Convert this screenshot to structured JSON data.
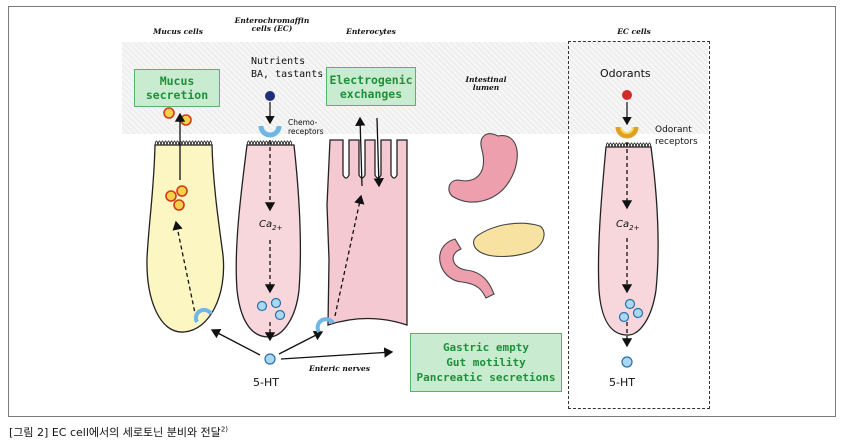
{
  "headers": {
    "mucus_cells": "Mucus cells",
    "ec_line1": "Enterochromaffin",
    "ec_line2": "cells (EC)",
    "enterocytes": "Enterocytes",
    "lumen_line1": "Intestinal",
    "lumen_line2": "lumen",
    "ec_cells": "EC cells"
  },
  "boxes": {
    "mucus_secretion_line1": "Mucus",
    "mucus_secretion_line2": "secretion",
    "electrogenic_line1": "Electrogenic",
    "electrogenic_line2": "exchanges",
    "effects_line1": "Gastric empty",
    "effects_line2": "Gut motility",
    "effects_line3": "Pancreatic secretions"
  },
  "labels": {
    "nutrients_line1": "Nutrients",
    "nutrients_line2": "BA, tastants",
    "chemo_line1": "Chemo-",
    "chemo_line2": "receptors",
    "odorants": "Odorants",
    "odorant_rec_line1": "Odorant",
    "odorant_rec_line2": "receptors",
    "ca_left": "Ca",
    "ca_left_sup": "2+",
    "ca_right": "Ca",
    "ca_right_sup": "2+",
    "five_ht_left": "5-HT",
    "five_ht_right": "5-HT",
    "enteric_nerves": "Enteric nerves"
  },
  "caption": {
    "text": "[그림 2] EC cell에서의 세로토닌 분비와 전달",
    "ref": "2)"
  },
  "colors": {
    "mucus_cell_fill": "#fbf6c2",
    "ec_cell_fill": "#f7d6dc",
    "enterocyte_fill": "#f4c9d1",
    "green_box_fill": "#c9ecd0",
    "green_text": "#1f8f3a",
    "receptor_blue": "#6fb8e6",
    "granule_blue": "#a8d8f2",
    "yellow_granule": "#f3d24a",
    "nutrient_dot": "#1f2f7a",
    "odorant_dot": "#d42a2a"
  }
}
